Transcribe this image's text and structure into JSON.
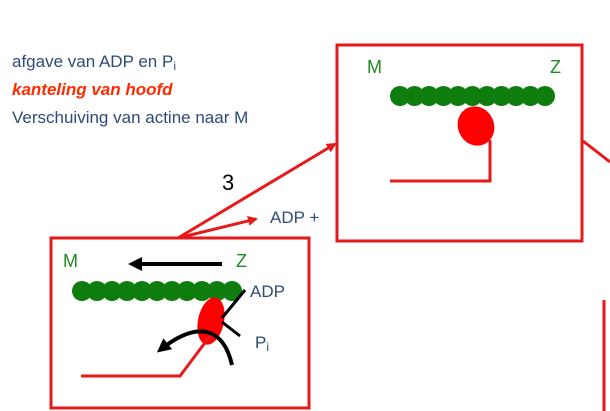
{
  "caption": {
    "line1_prefix": "afgave van ADP en P",
    "line1_sub": "i",
    "line2": "kanteling van hoofd",
    "line3": "Verschuiving van actine naar M"
  },
  "step_number": "3",
  "release_label": "ADP +",
  "panel_before": {
    "label_m": "M",
    "label_z": "Z",
    "label_adp": "ADP",
    "label_pi_prefix": "P",
    "label_pi_sub": "i"
  },
  "panel_after": {
    "label_m": "M",
    "label_z": "Z"
  },
  "colors": {
    "panel_border": "#e51a1a",
    "actin": "#0e7d0e",
    "myosin_head": "#ff0000",
    "text_blue": "#2e4a7a",
    "text_green": "#1e8a1e",
    "accent_red": "#ff2a00",
    "arrow": "#000000"
  },
  "actin_bead_counts": {
    "before": 11,
    "after": 11
  }
}
